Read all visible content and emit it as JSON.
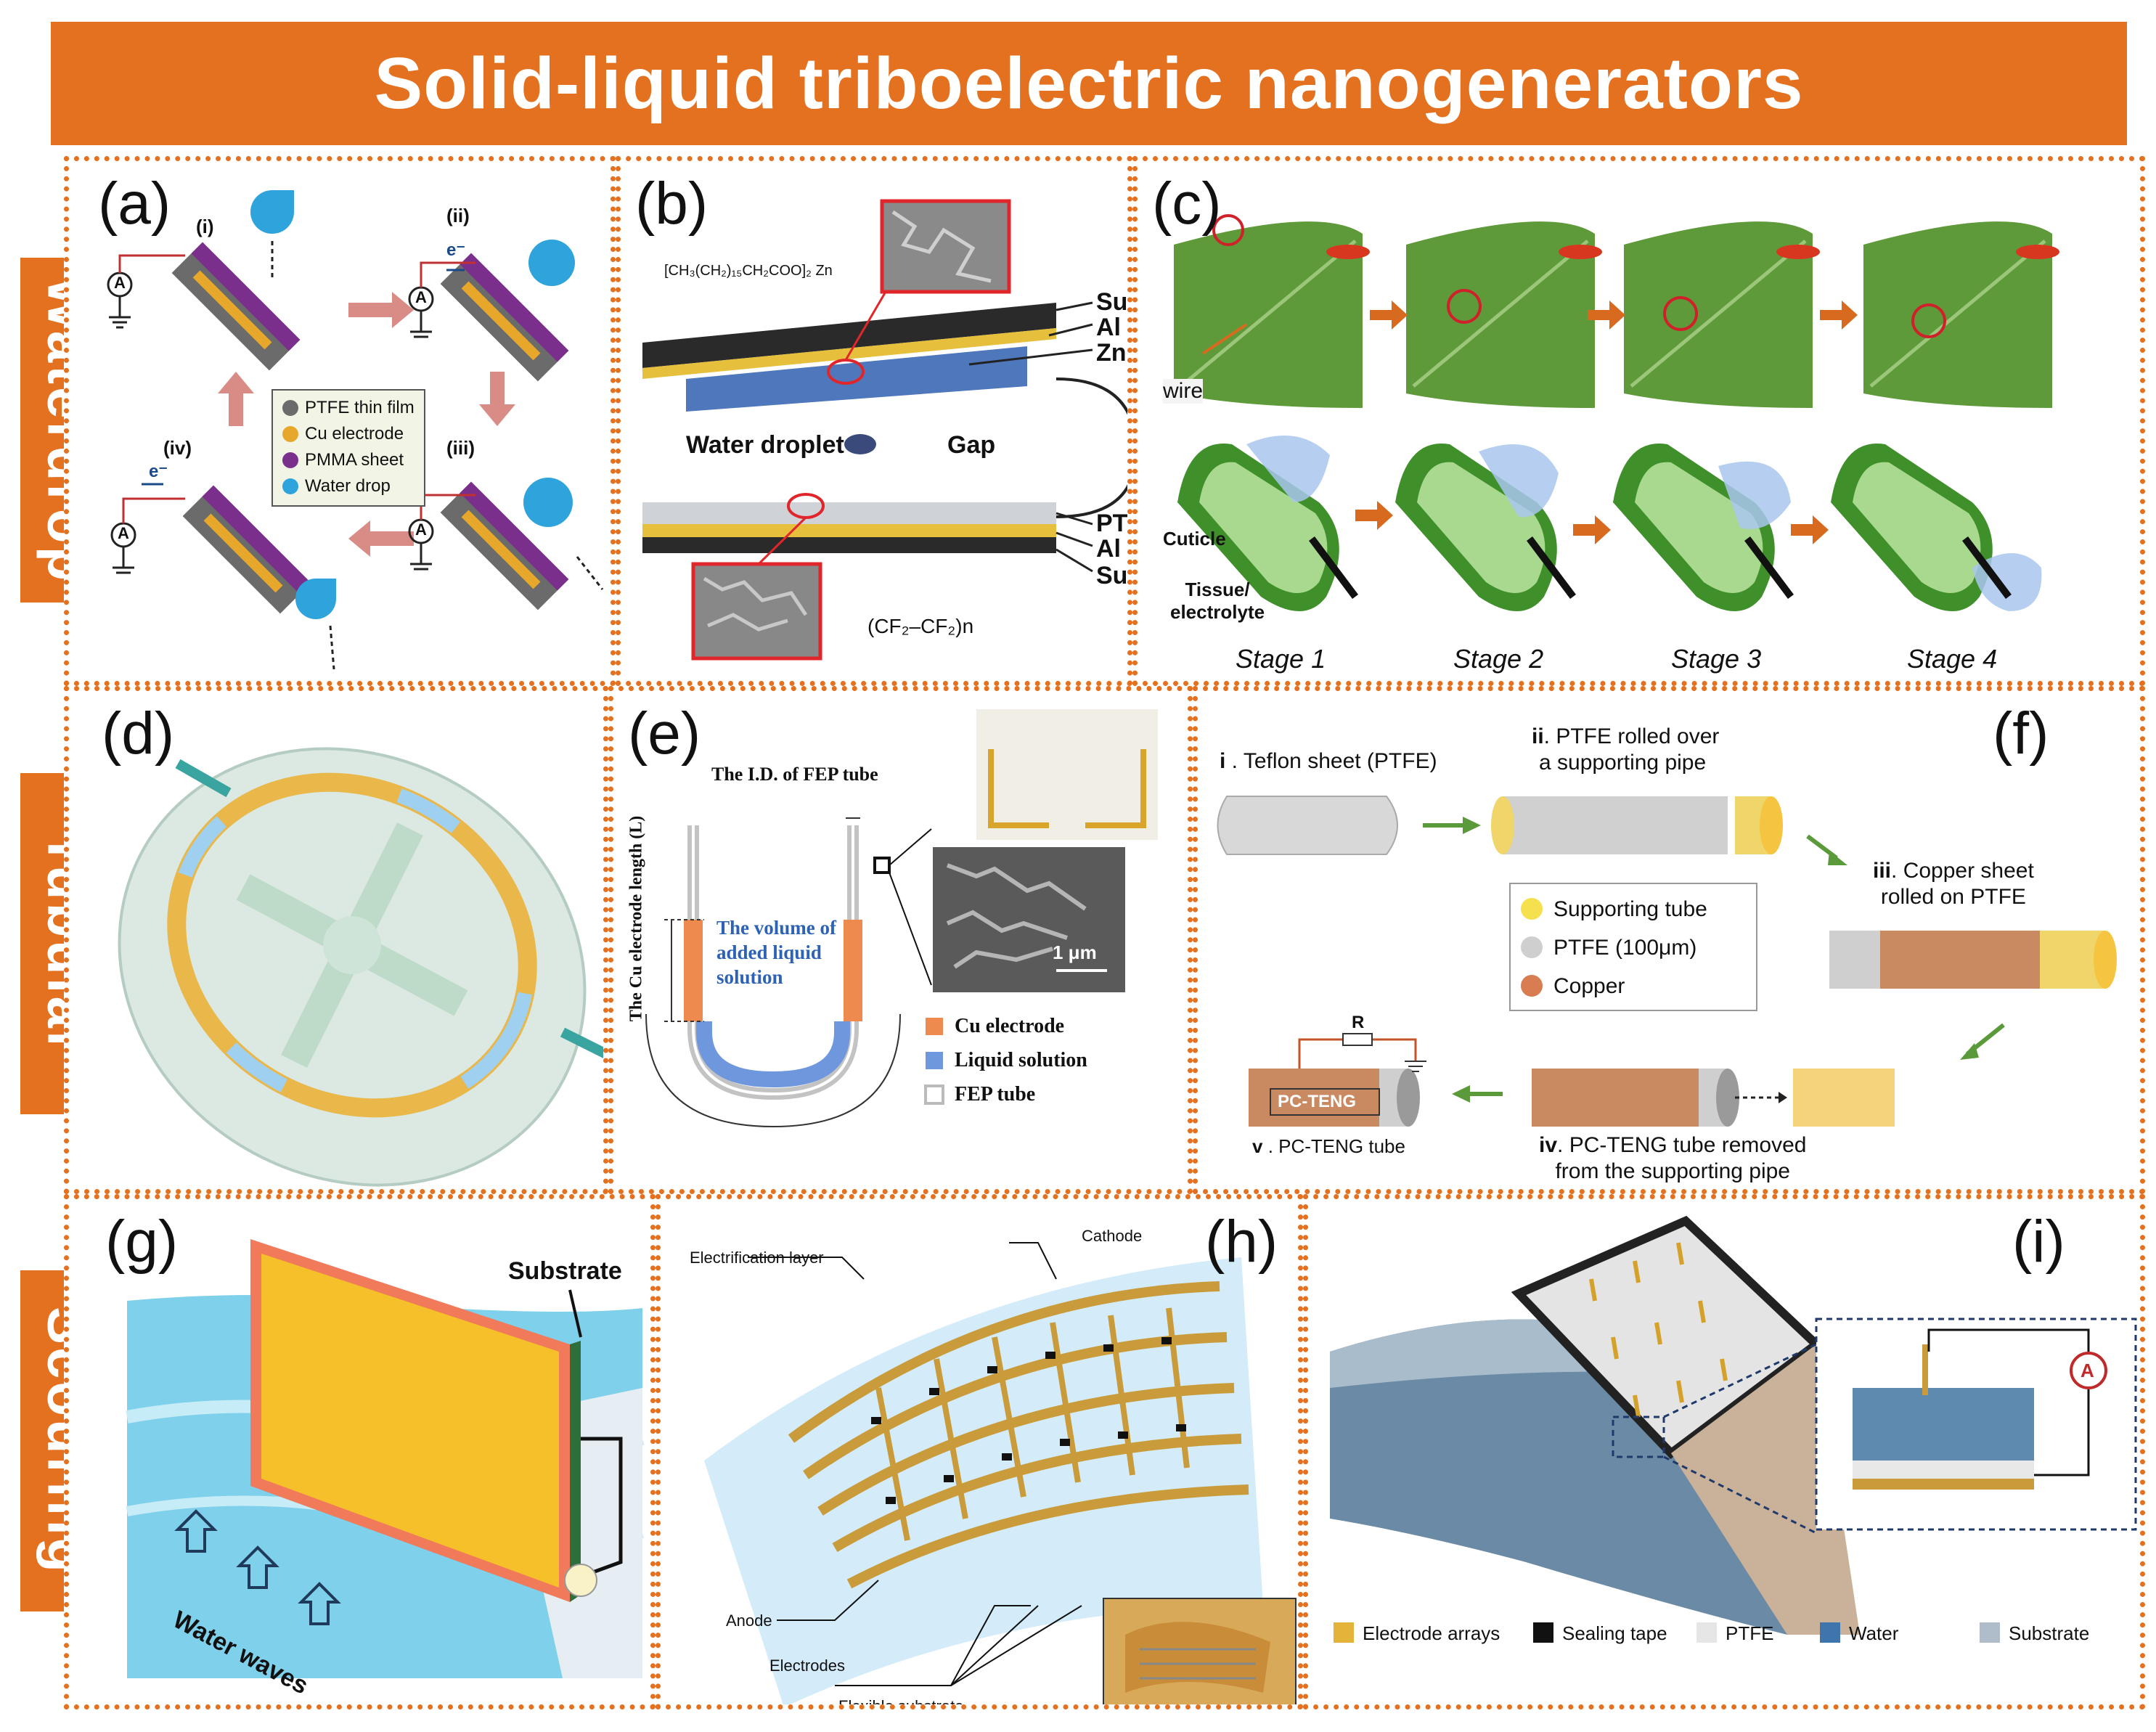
{
  "title": "Solid-liquid triboelectric nanogenerators",
  "rows": [
    "Waterdrop",
    "Tubular",
    "Scouring"
  ],
  "colors": {
    "accent": "#e3711f",
    "ptfe": "#6b6b6b",
    "cu": "#e7a72a",
    "pmma": "#7a2f8c",
    "water": "#2ea3dc",
    "copper": "#c8734a"
  },
  "panels": {
    "a": {
      "label": "(a)",
      "steps": [
        "(i)",
        "(ii)",
        "(iii)",
        "(iv)"
      ],
      "electron": "e⁻",
      "ammeter": "A",
      "legend": [
        "PTFE thin film",
        "Cu electrode",
        "PMMA sheet",
        "Water drop"
      ]
    },
    "b": {
      "label": "(b)",
      "formula": "[CH₃(CH₂)₁₅CH₂COO]₂ Zn",
      "top_layers": [
        "Substrate",
        "Al",
        "ZnO"
      ],
      "droplet": "Water droplet",
      "gap": "Gap",
      "bottom_layers": [
        "PTFE",
        "Al",
        "Substrate"
      ],
      "ptfe_formula": "(CF₂–CF₂)n"
    },
    "c": {
      "label": "(c)",
      "wire": "wire",
      "cuticle": "Cuticle",
      "tissue": "Tissue/\nelectrolyte",
      "stages": [
        "Stage 1",
        "Stage 2",
        "Stage 3",
        "Stage 4"
      ]
    },
    "d": {
      "label": "(d)"
    },
    "e": {
      "label": "(e)",
      "id_label": "The I.D. of FEP tube",
      "length_label": "The Cu electrode length (L)",
      "volume_label": "The volume of added liquid solution",
      "scale": "1 μm",
      "legend": [
        "Cu electrode",
        "Liquid solution",
        "FEP tube"
      ]
    },
    "f": {
      "label": "(f)",
      "step1_num": "i",
      "step1": "Teflon sheet (PTFE)",
      "step2_num": "ii",
      "step2": [
        "PTFE rolled over",
        "a supporting pipe"
      ],
      "step3_num": "iii",
      "step3": [
        "Copper sheet",
        "rolled on PTFE"
      ],
      "step4_num": "iv",
      "step4": [
        "PC-TENG tube removed",
        "from the supporting pipe"
      ],
      "step5_num": "v",
      "step5": "PC-TENG tube",
      "tube_label": "PC-TENG",
      "resistor": "R",
      "legend": [
        "Supporting tube",
        "PTFE (100μm)",
        "Copper"
      ]
    },
    "g": {
      "label": "(g)",
      "substrate": "Substrate",
      "waves": "Water waves"
    },
    "h": {
      "label": "(h)",
      "cathode": "Cathode",
      "electrification": "Electrification layer",
      "anode": "Anode",
      "electrodes": "Electrodes",
      "flexible": "Flexible  substrate"
    },
    "i": {
      "label": "(i)",
      "ammeter": "A",
      "legend": [
        "Electrode arrays",
        "Sealing tape",
        "PTFE",
        "Water",
        "Substrate"
      ]
    }
  }
}
